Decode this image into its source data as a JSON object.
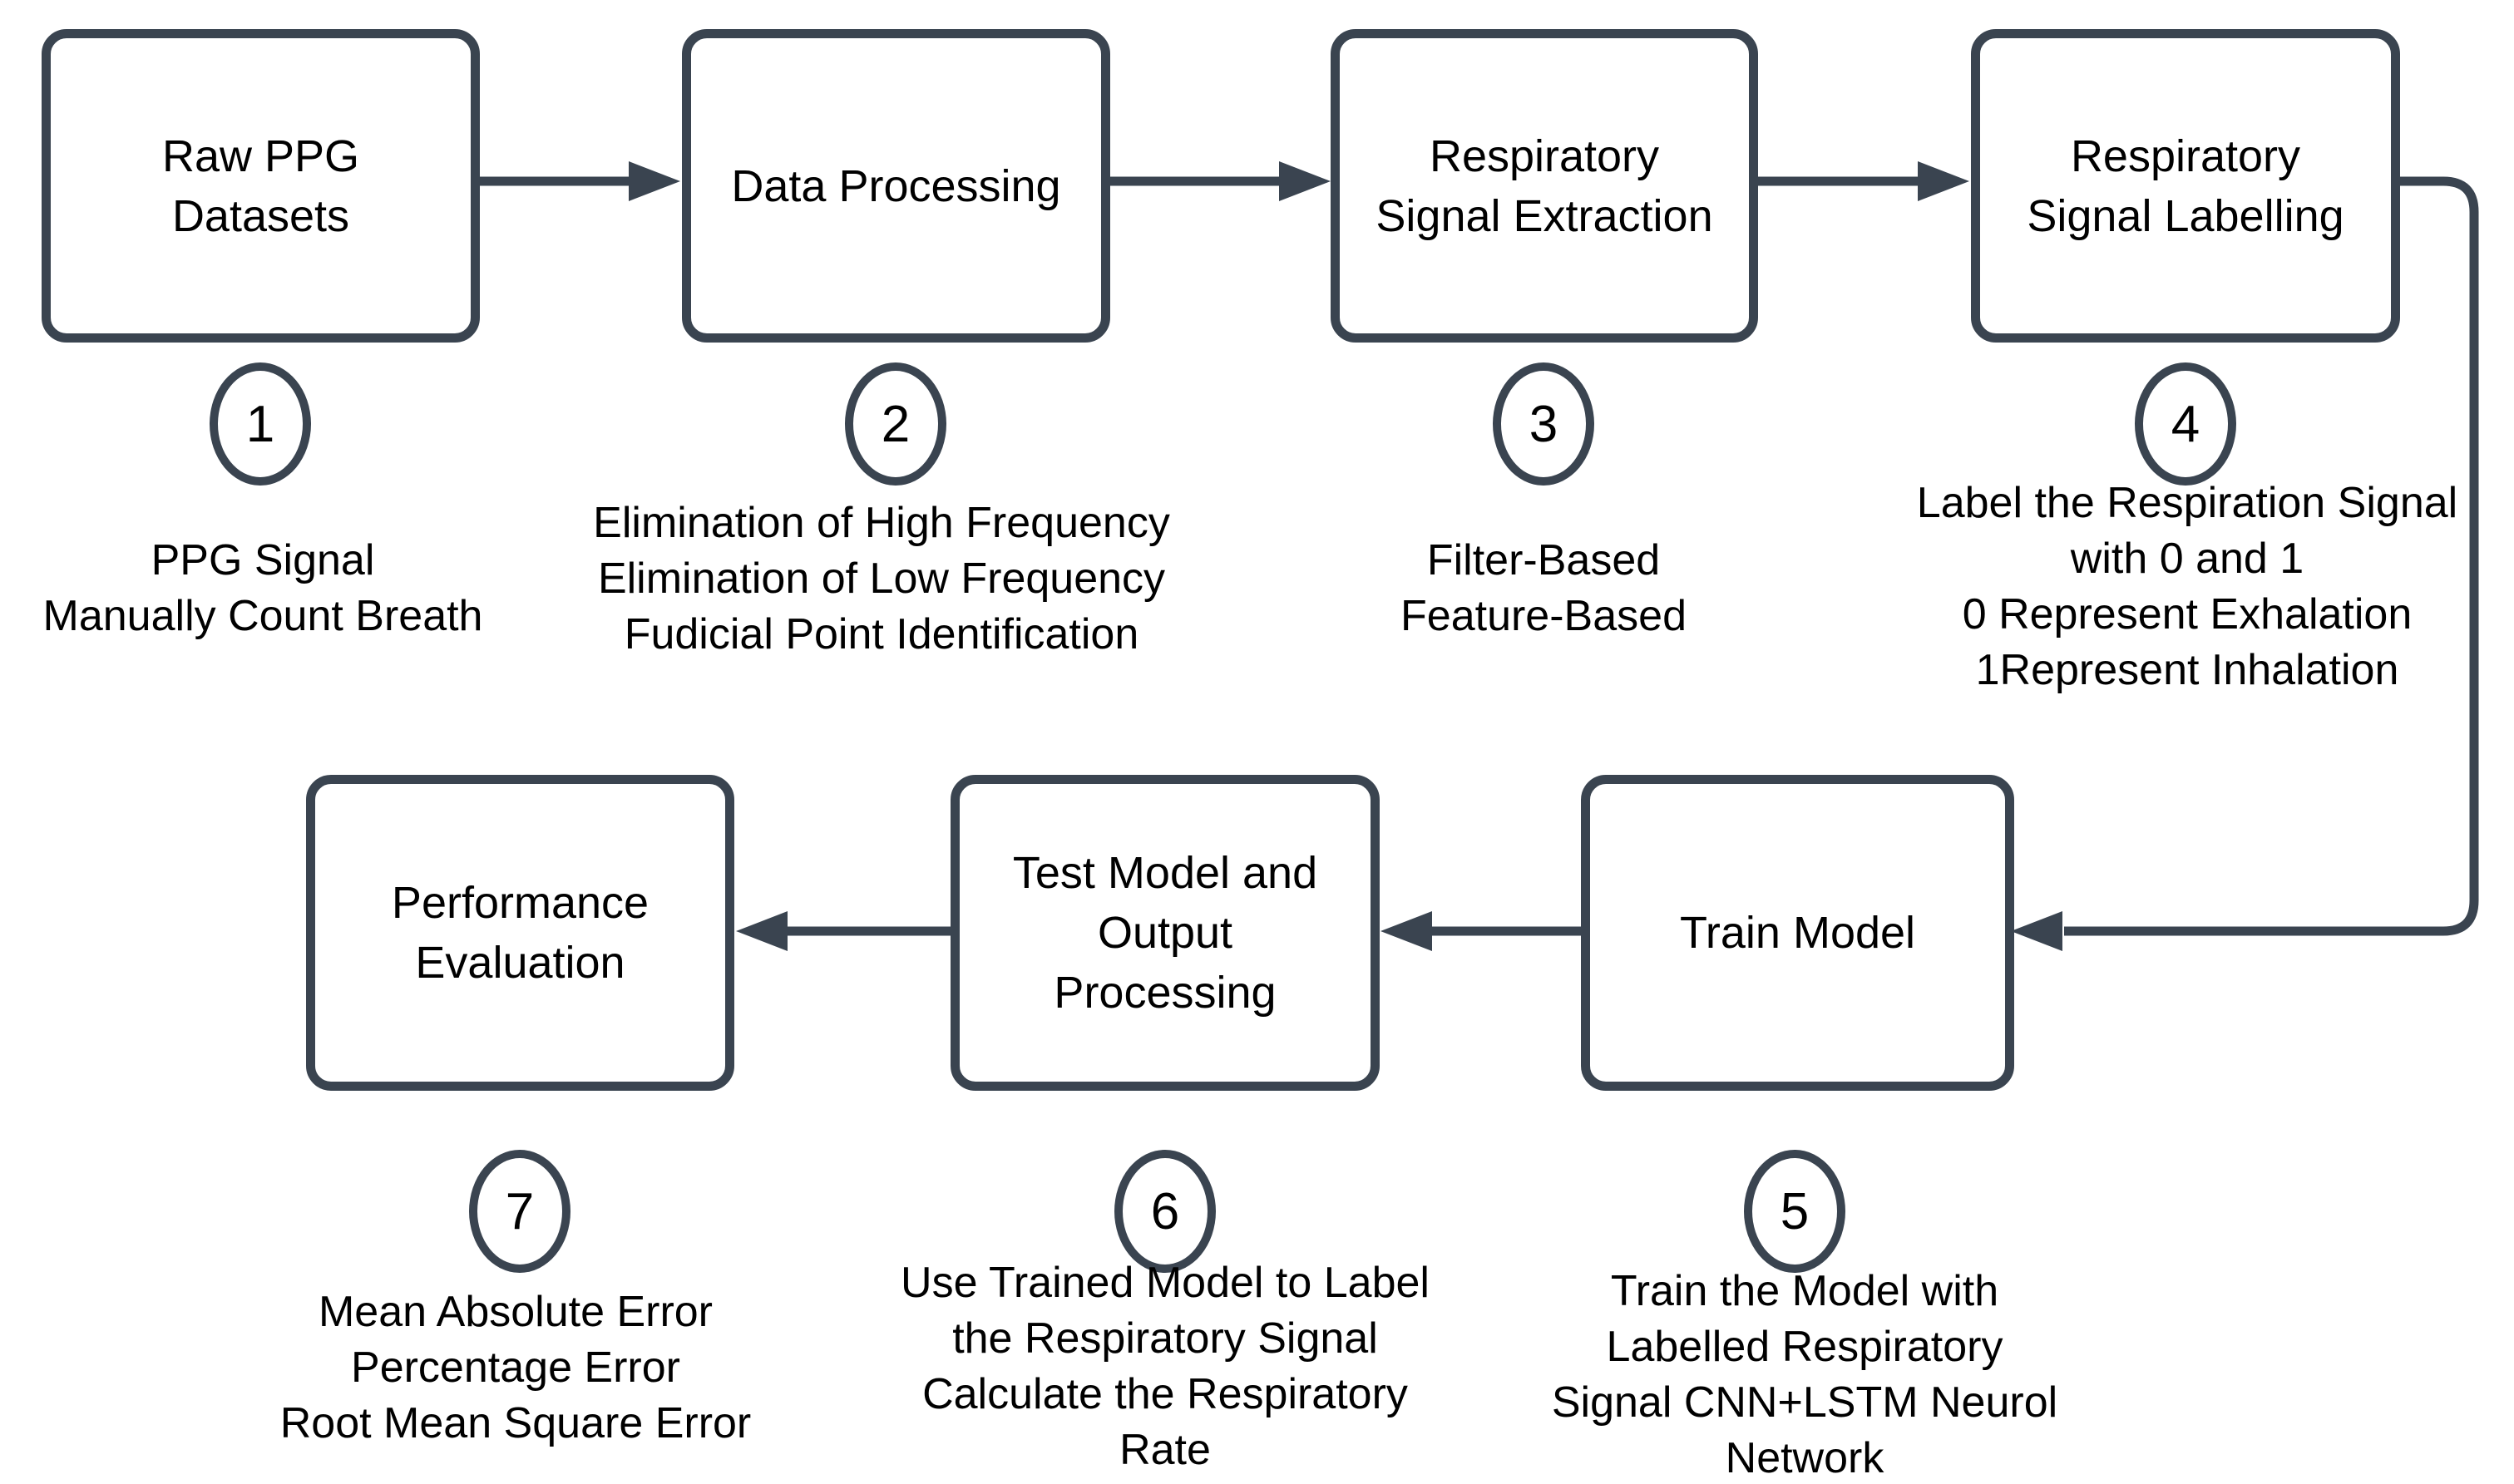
{
  "style": {
    "stroke_color": "#3a4450",
    "text_color": "#000000",
    "background_color": "#ffffff"
  },
  "steps": [
    {
      "number": "1",
      "label_lines": [
        "Raw PPG",
        "Datasets"
      ],
      "note_lines": [
        "PPG Signal",
        "Manually Count Breath"
      ]
    },
    {
      "number": "2",
      "label_lines": [
        "Data Processing"
      ],
      "note_lines": [
        "Elimination of High Frequency",
        "Elimination of Low Frequency",
        "Fudicial Point Identification"
      ]
    },
    {
      "number": "3",
      "label_lines": [
        "Respiratory",
        "Signal Extraction"
      ],
      "note_lines": [
        "Filter-Based",
        "Feature-Based"
      ]
    },
    {
      "number": "4",
      "label_lines": [
        "Respiratory",
        "Signal Labelling"
      ],
      "note_lines": [
        "Label the Respiration Signal",
        "with 0 and 1",
        "0 Represent Exhalation",
        "1Represent Inhalation"
      ]
    },
    {
      "number": "5",
      "label_lines": [
        "Train Model"
      ],
      "note_lines": [
        "Train the Model with",
        "Labelled Respiratory",
        "Signal CNN+LSTM Neurol",
        "Network"
      ]
    },
    {
      "number": "6",
      "label_lines": [
        "Test Model and",
        "Output",
        "Processing"
      ],
      "note_lines": [
        "Use Trained Model to Label",
        "the Respiratory Signal",
        "Calculate the Respiratory",
        "Rate"
      ]
    },
    {
      "number": "7",
      "label_lines": [
        "Performance",
        "Evaluation"
      ],
      "note_lines": [
        "Mean Absolute Error",
        "Percentage Error",
        "Root Mean Square Error"
      ]
    }
  ],
  "connections": [
    {
      "from": "Raw PPG Datasets",
      "to": "Data Processing"
    },
    {
      "from": "Data Processing",
      "to": "Respiratory Signal Extraction"
    },
    {
      "from": "Respiratory Signal Extraction",
      "to": "Respiratory Signal Labelling"
    },
    {
      "from": "Respiratory Signal Labelling",
      "to": "Train Model"
    },
    {
      "from": "Train Model",
      "to": "Test Model and Output Processing"
    },
    {
      "from": "Test Model and Output Processing",
      "to": "Performance Evaluation"
    }
  ]
}
